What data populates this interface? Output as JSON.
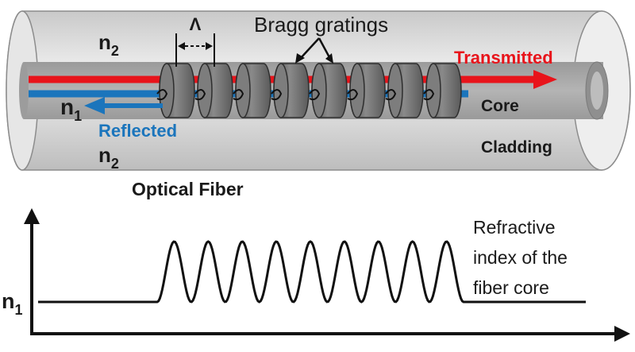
{
  "labels": {
    "n2_top": "n",
    "n2_top_sub": "2",
    "lambda": "Λ",
    "bragg": "Bragg gratings",
    "transmitted": "Transmitted",
    "n1": "n",
    "n1_sub": "1",
    "core": "Core",
    "reflected": "Reflected",
    "n2_bottom": "n",
    "n2_bottom_sub": "2",
    "cladding": "Cladding",
    "optical_fiber": "Optical Fiber",
    "refractive_line1": "Refractive",
    "refractive_line2": "index of the",
    "refractive_line3": "fiber core",
    "n1_axis": "n",
    "n1_axis_sub": "1"
  },
  "grating_count": 8,
  "oscillation_count": 9,
  "colors": {
    "transmitted": "#e8141b",
    "reflected": "#1b75bc",
    "cladding": "#d6d6d6",
    "core": "#a9a9a9",
    "grating": "#6e6e6e",
    "text": "#1a1a1a"
  }
}
